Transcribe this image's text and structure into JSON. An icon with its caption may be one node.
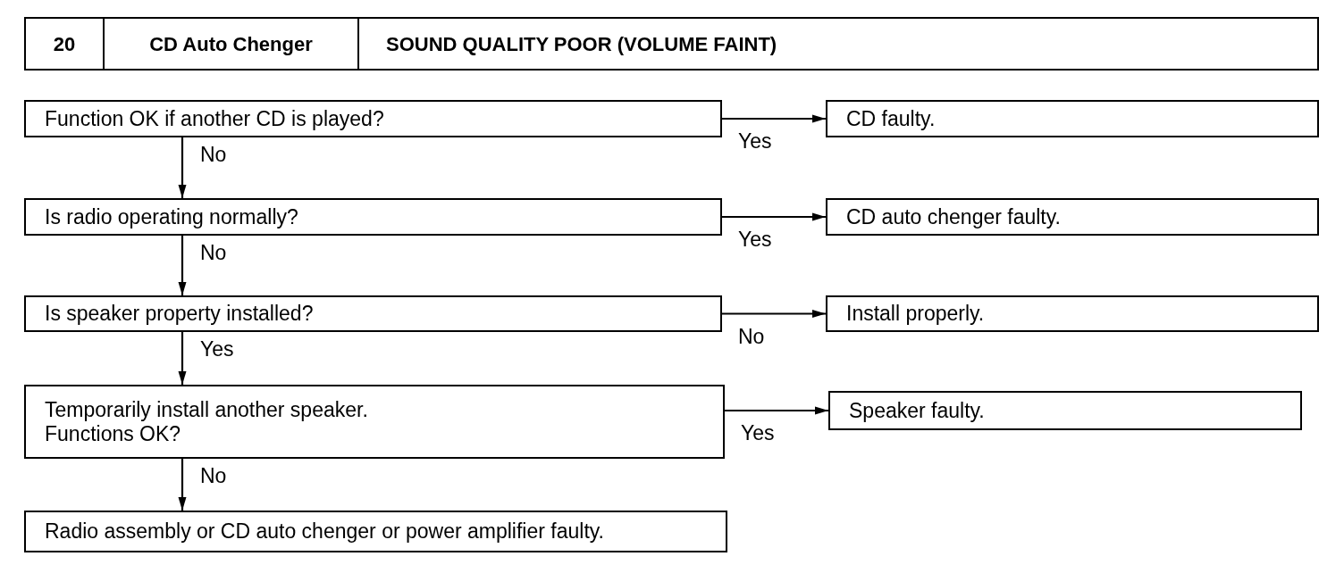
{
  "diagram": {
    "nodes": [
      {
        "text": [
          "Function OK if another CD is played?"
        ]
      },
      {
        "text": [
          "CD faulty."
        ]
      },
      {
        "text": [
          "Is radio operating normally?"
        ]
      },
      {
        "text": [
          "CD auto chenger faulty."
        ]
      },
      {
        "text": [
          "Is speaker property installed?"
        ]
      },
      {
        "text": [
          "Install properly."
        ]
      },
      {
        "text": [
          "Temporarily install another speaker. Functions OK?"
        ]
      },
      {
        "text": [
          "Speaker faulty."
        ]
      },
      {
        "text": [
          "Radio assembly or CD auto chenger or power amplifier faulty."
        ]
      }
    ],
    "edges": [
      {
        "from": 0,
        "to": 1,
        "arrow": "to",
        "label": "Yes"
      },
      {
        "from": 0,
        "to": 2,
        "arrow": "to",
        "label": "No"
      },
      {
        "from": 2,
        "to": 3,
        "arrow": "to",
        "label": "Yes"
      },
      {
        "from": 2,
        "to": 4,
        "arrow": "to",
        "label": "No"
      },
      {
        "from": 4,
        "to": 5,
        "arrow": "to",
        "label": "No"
      },
      {
        "from": 4,
        "to": 6,
        "arrow": "to",
        "label": "Yes"
      },
      {
        "from": 6,
        "to": 7,
        "arrow": "to",
        "label": "Yes"
      },
      {
        "from": 6,
        "to": 8,
        "arrow": "to",
        "label": "No"
      }
    ],
    "labels": [
      "20",
      "CD Auto Chenger",
      "SOUND QUALITY POOR (VOLUME FAINT)"
    ]
  }
}
